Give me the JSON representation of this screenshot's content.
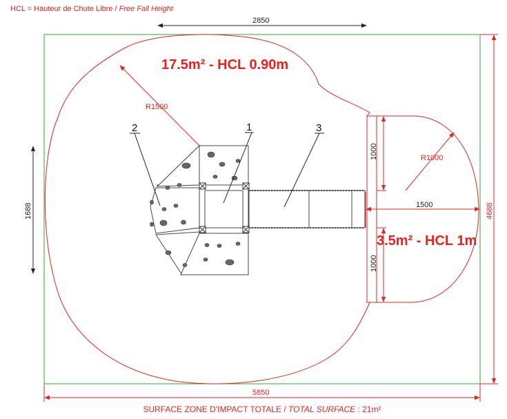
{
  "header": {
    "text_fr": "HCL = Hauteur de Chute Libre",
    "text_sep": " / ",
    "text_en": "Free Fall Height"
  },
  "dimensions": {
    "top_width": "2850",
    "bottom_width": "5850",
    "left_height": "1688",
    "right_height": "4688",
    "small_zone_width": "1500",
    "upper_extension": "1000",
    "lower_extension": "1000"
  },
  "radii": {
    "large": "R1500",
    "small": "R1000"
  },
  "zones": {
    "large": "17.5m² - HCL 0.90m",
    "small": "3.5m² - HCL 1m"
  },
  "parts": {
    "p1": "1",
    "p2": "2",
    "p3": "3"
  },
  "footer": {
    "text_fr": "SURFACE ZONE D'IMPACT TOTALE / ",
    "text_en": "TOTAL SURFACE",
    "text_value": " : 21m²"
  },
  "colors": {
    "impact_line": "#e8211e",
    "boundary": "#2fa82f",
    "dimension_line": "#222222"
  }
}
